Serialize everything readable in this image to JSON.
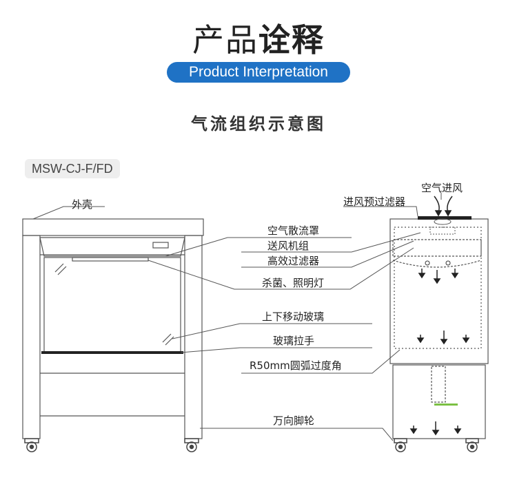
{
  "header": {
    "title_light": "产品",
    "title_bold": "诠释",
    "english_badge": "Product Interpretation"
  },
  "diagram": {
    "title": "气流组织示意图",
    "model": "MSW-CJ-F/FD",
    "labels": {
      "shell": "外壳",
      "air_diffuser": "空气散流罩",
      "fan_unit": "送风机组",
      "hepa_filter": "高效过滤器",
      "uv_lighting": "杀菌、照明灯",
      "sliding_glass": "上下移动玻璃",
      "glass_handle": "玻璃拉手",
      "corner_radius": "R50mm圆弧过度角",
      "casters": "万向脚轮",
      "air_in": "空气进风",
      "pre_filter": "进风预过滤器"
    },
    "colors": {
      "accent": "#1f72c5",
      "line": "#555555",
      "indicator": "#7bc043"
    }
  }
}
